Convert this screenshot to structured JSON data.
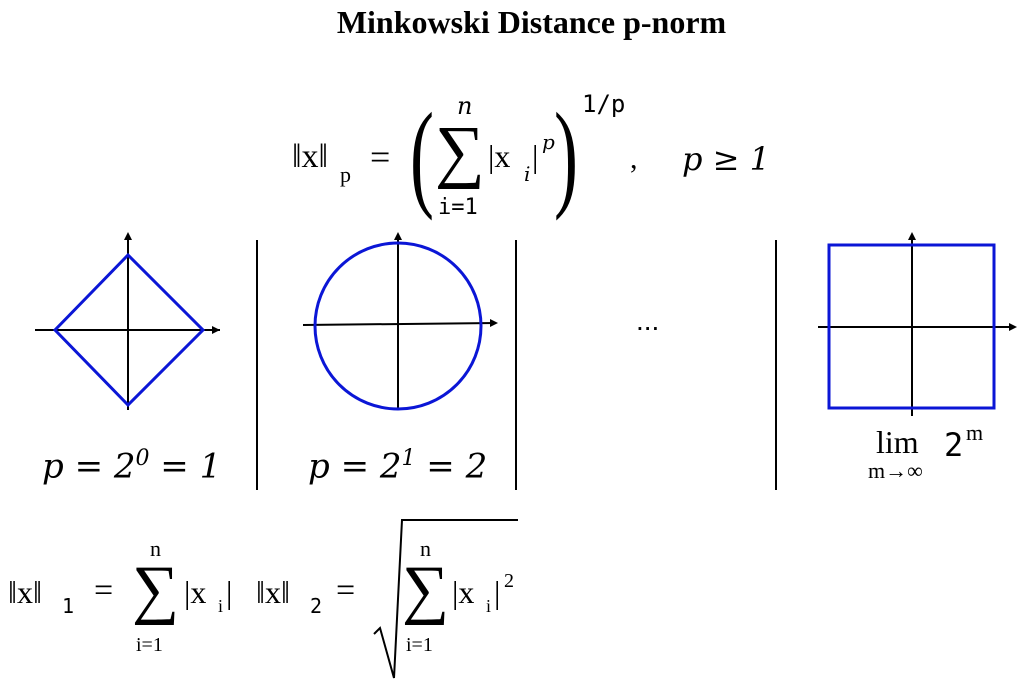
{
  "title": "Minkowski Distance p-norm",
  "formula": {
    "lhs": "‖x‖",
    "lhs_sub": "p",
    "equals": "=",
    "left_paren": "(",
    "sum_symbol": "∑",
    "upper": "n",
    "lower": "i=1",
    "term": "|x",
    "term_sub": "i",
    "term_close": "|",
    "term_pow": "p",
    "right_paren": ")",
    "outer_pow": "1/p",
    "comma": ",",
    "condition": "p ≥ 1"
  },
  "panels": [
    {
      "shape": "diamond",
      "label": "p = 2",
      "label_pow": "0",
      "label_tail": " = 1"
    },
    {
      "shape": "circle",
      "label": "p = 2",
      "label_pow": "1",
      "label_tail": " = 2"
    },
    {
      "shape": "ellipsis",
      "label": "..."
    },
    {
      "shape": "square",
      "label_lim": "lim",
      "label_lim_sub": "m→∞",
      "label_base": "2",
      "label_pow": "m"
    }
  ],
  "norm1": {
    "lhs": "‖x‖",
    "lhs_sub": "1",
    "equals": "=",
    "sum_symbol": "∑",
    "upper": "n",
    "lower": "i=1",
    "term": "|x",
    "term_sub": "i",
    "term_close": "|"
  },
  "norm2": {
    "lhs": "‖x‖",
    "lhs_sub": "2",
    "equals": "=",
    "sum_symbol": "∑",
    "upper": "n",
    "lower": "i=1",
    "term": "|x",
    "term_sub": "i",
    "term_close": "|",
    "term_pow": "2"
  },
  "colors": {
    "shape": "#0b16d6",
    "axis": "#000000"
  }
}
